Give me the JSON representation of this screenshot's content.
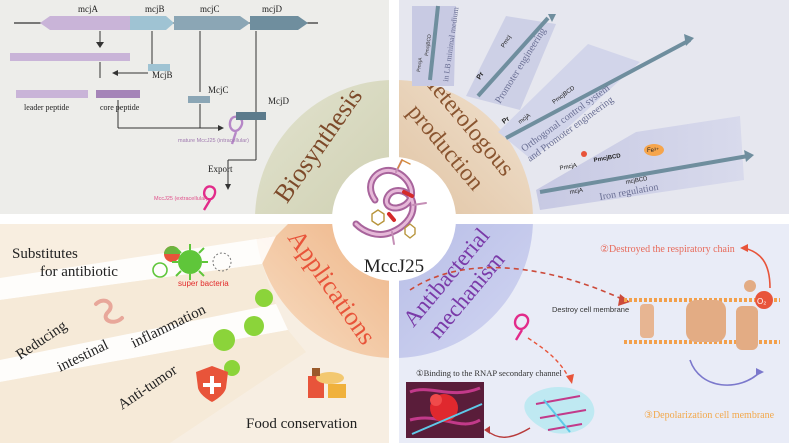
{
  "center_label": "MccJ25",
  "biosynthesis": {
    "section_title": "Biosynthesis",
    "genes": [
      "mcjA",
      "mcjB",
      "mcjC",
      "mcjD"
    ],
    "leader_peptide": "leader peptide",
    "core_peptide": "core peptide",
    "enzyme_b": "McjB",
    "enzyme_c": "McjC",
    "enzyme_d": "McjD",
    "mature_label": "mature MccJ25 (intracellular)",
    "export_label": "Export",
    "extracellular_label": "MccJ25 (extracellular)"
  },
  "heterologous": {
    "section_title_1": "Heterologous",
    "section_title_2": "production",
    "band1_label": "in LB minimal medium",
    "band1_gene_labels": [
      "PmcjA",
      "PmcjBCD"
    ],
    "band2_label": "Promoter engineering",
    "band2_gene_labels": [
      "Pr",
      "Pmcj"
    ],
    "band3_label_1": "Orthogonal control system",
    "band3_label_2": "and Promoter engineering",
    "band3_gene_labels": [
      "Pr",
      "mcjA",
      "PmcjBCD"
    ],
    "band4_label": "Iron regulation",
    "band4_gene_labels": [
      "PmcjA",
      "PmcjBCD",
      "mcjA",
      "mcjBCD",
      "Fe³⁺"
    ]
  },
  "applications": {
    "section_title": "Applications",
    "item1_line1": "Substitutes",
    "item1_line2": "for antibiotic",
    "super_bacteria": "super bacteria",
    "item2_word1": "Reducing",
    "item2_word2": "intestinal",
    "item2_word3": "inflammation",
    "item3": "Anti-tumor",
    "item4": "Food conservation"
  },
  "mechanism": {
    "section_title_1": "Antibacterial",
    "section_title_2": "mechanism",
    "destroy_membrane": "Destroy cell membrane",
    "step1": "①Binding to the RNAP secondary channel",
    "step2": "②Destroyed the respiratory chain",
    "step3": "③Depolarization cell membrane",
    "oxygen": "O₂"
  },
  "colors": {
    "biosynthesis_bg": "#ededea",
    "heterologous_bg": "#e3e6f0",
    "applications_bg": "#f7eee2",
    "mechanism_bg": "#e9ecf7",
    "biosynthesis_arc": "#d9d9bd",
    "heterologous_arc": "#ead8c0",
    "applications_arc": "#f3c9a2",
    "mechanism_arc": "#c4c9ec",
    "gene_purple": "#c9b4d8",
    "gene_teal": "#6f8e9e",
    "accent_red": "#e8543a"
  }
}
